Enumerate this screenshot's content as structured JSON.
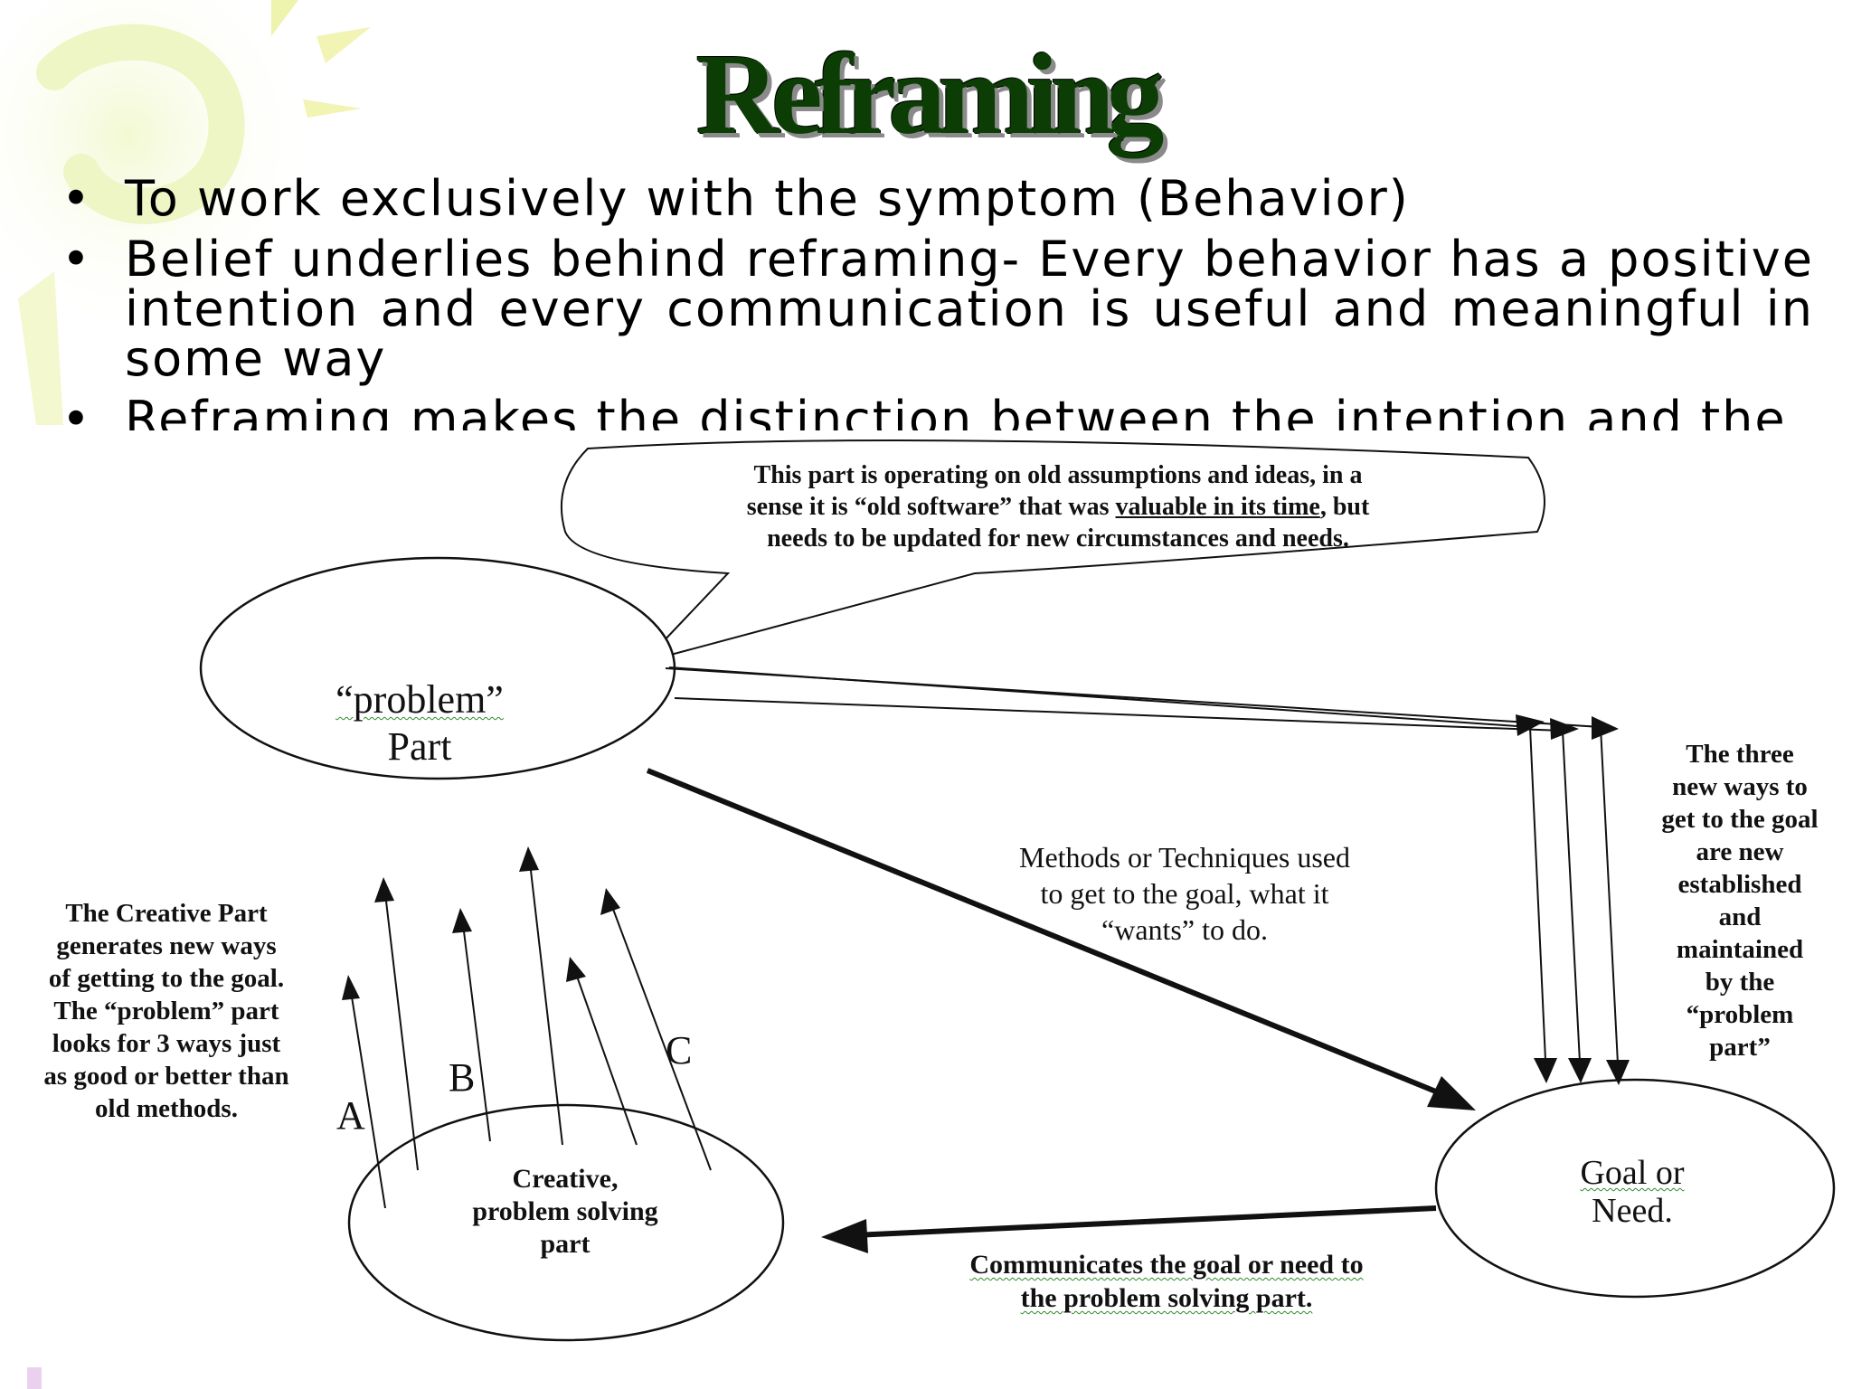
{
  "slide": {
    "title": "Reframing",
    "bullets": [
      "To work exclusively with the symptom (Behavior)",
      "Belief underlies behind reframing-  Every behavior has a positive intention and every communication is useful and meaningful in some way",
      "Reframing makes the distinction between the intention and the"
    ]
  },
  "diagram": {
    "callout": {
      "line1": "This part is operating on old assumptions and ideas, in a",
      "line2_pre": "sense it is “old software” that was ",
      "line2_ul": "valuable in its time",
      "line2_post": ", but",
      "line3": "needs to be updated for new circumstances and needs."
    },
    "problem_part": {
      "line1": "“problem”",
      "line2": "Part"
    },
    "methods_label": [
      "Methods or Techniques used",
      "to get to the goal, what it",
      "“wants” to do."
    ],
    "three_ways_note": [
      "The three",
      "new ways to",
      "get to the goal",
      "are new",
      "established",
      "and",
      "maintained",
      "by the",
      "“problem",
      "part”"
    ],
    "creative_note": [
      "The Creative Part",
      "generates new ways",
      "of getting to the goal.",
      "The “problem” part",
      "looks for 3 ways just",
      "as good or better than",
      "old methods."
    ],
    "arrow_labels": {
      "a": "A",
      "b": "B",
      "c": "C"
    },
    "creative_part": [
      "Creative,",
      "problem solving",
      "part"
    ],
    "goal": {
      "line1": "Goal or",
      "line2": "Need."
    },
    "communicates_label": [
      "Communicates the goal or need to",
      "the problem solving part."
    ]
  },
  "colors": {
    "title": "#0b3d05",
    "sun_glow": "#eef7c8",
    "sun_ray": "#f2f4a6",
    "corner_accent": "#ead2ef"
  }
}
